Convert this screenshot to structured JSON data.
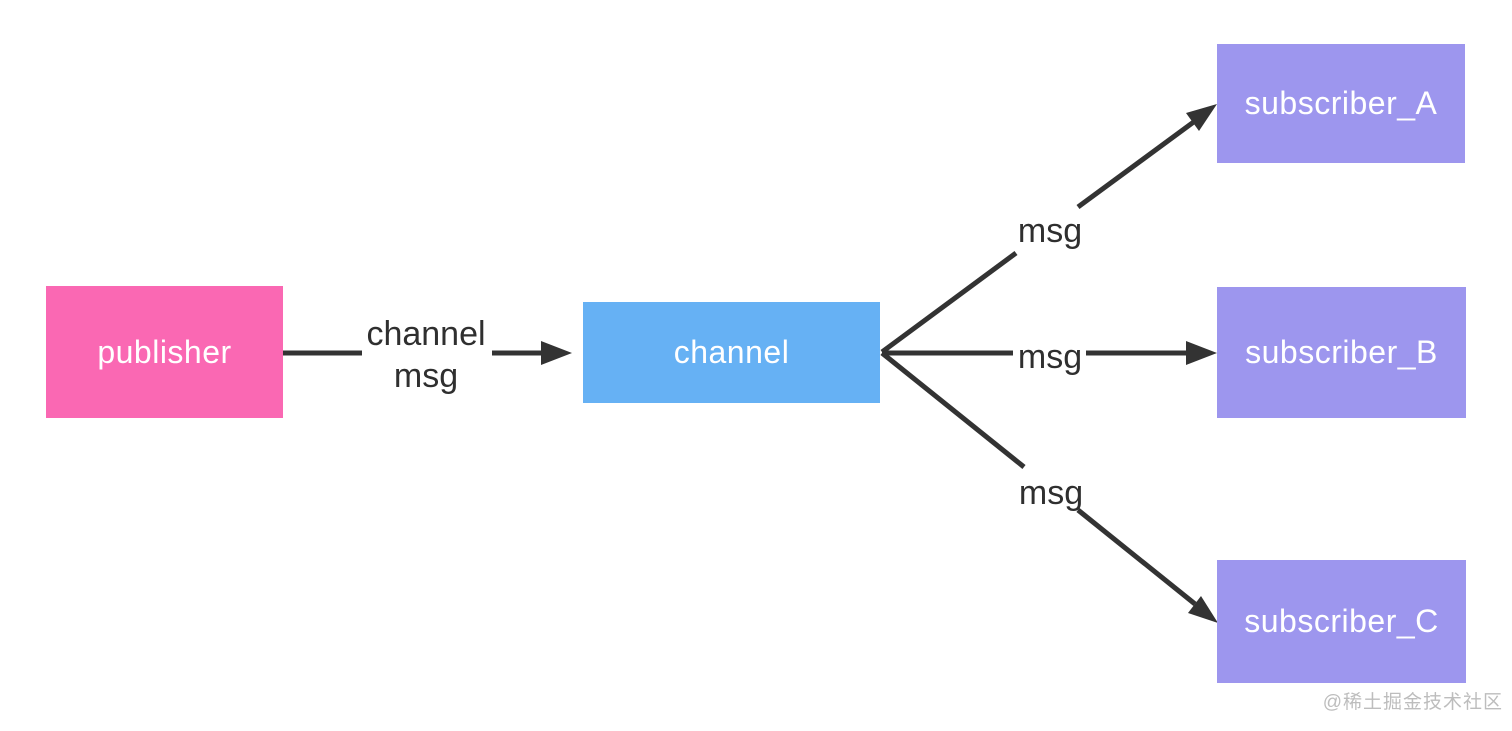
{
  "diagram": {
    "nodes": {
      "publisher": {
        "label": "publisher"
      },
      "channel": {
        "label": "channel"
      },
      "subscriber_a": {
        "label": "subscriber_A"
      },
      "subscriber_b": {
        "label": "subscriber_B"
      },
      "subscriber_c": {
        "label": "subscriber_C"
      }
    },
    "edges": {
      "publisher_to_channel": {
        "label_lines": [
          "channel",
          "msg"
        ]
      },
      "channel_to_subscriber_a": {
        "label": "msg"
      },
      "channel_to_subscriber_b": {
        "label": "msg"
      },
      "channel_to_subscriber_c": {
        "label": "msg"
      }
    }
  },
  "watermark": {
    "text": "@稀土掘金技术社区"
  },
  "colors": {
    "publisher_fill": "#FA68B3",
    "channel_fill": "#66B1F4",
    "subscriber_fill": "#9D96EE",
    "node_text": "#FFFFFF",
    "edge_line": "#333333",
    "edge_label": "#2F2F2F",
    "watermark_text": "#BDBDBD",
    "background": "#FFFFFF"
  }
}
